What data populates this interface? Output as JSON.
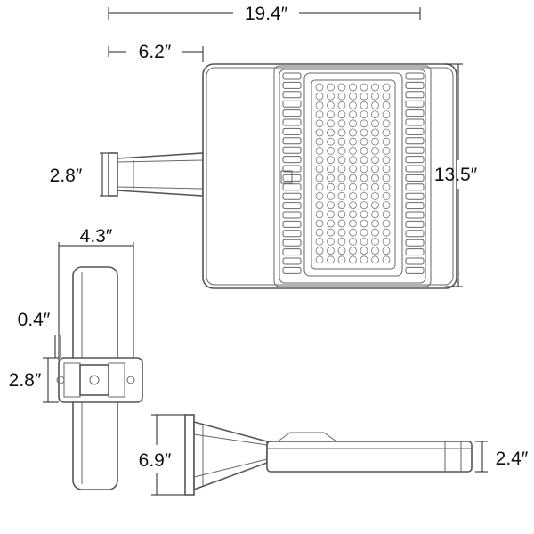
{
  "dimensions": {
    "overall_width": "19.4″",
    "arm_length": "6.2″",
    "mount_height_top": "2.8″",
    "height": "13.5″",
    "side_width": "4.3″",
    "gap": "0.4″",
    "mount_height_side": "2.8″",
    "profile_height": "6.9″",
    "profile_thickness": "2.4″"
  },
  "colors": {
    "outline": "#555555",
    "dimension": "#222222"
  }
}
